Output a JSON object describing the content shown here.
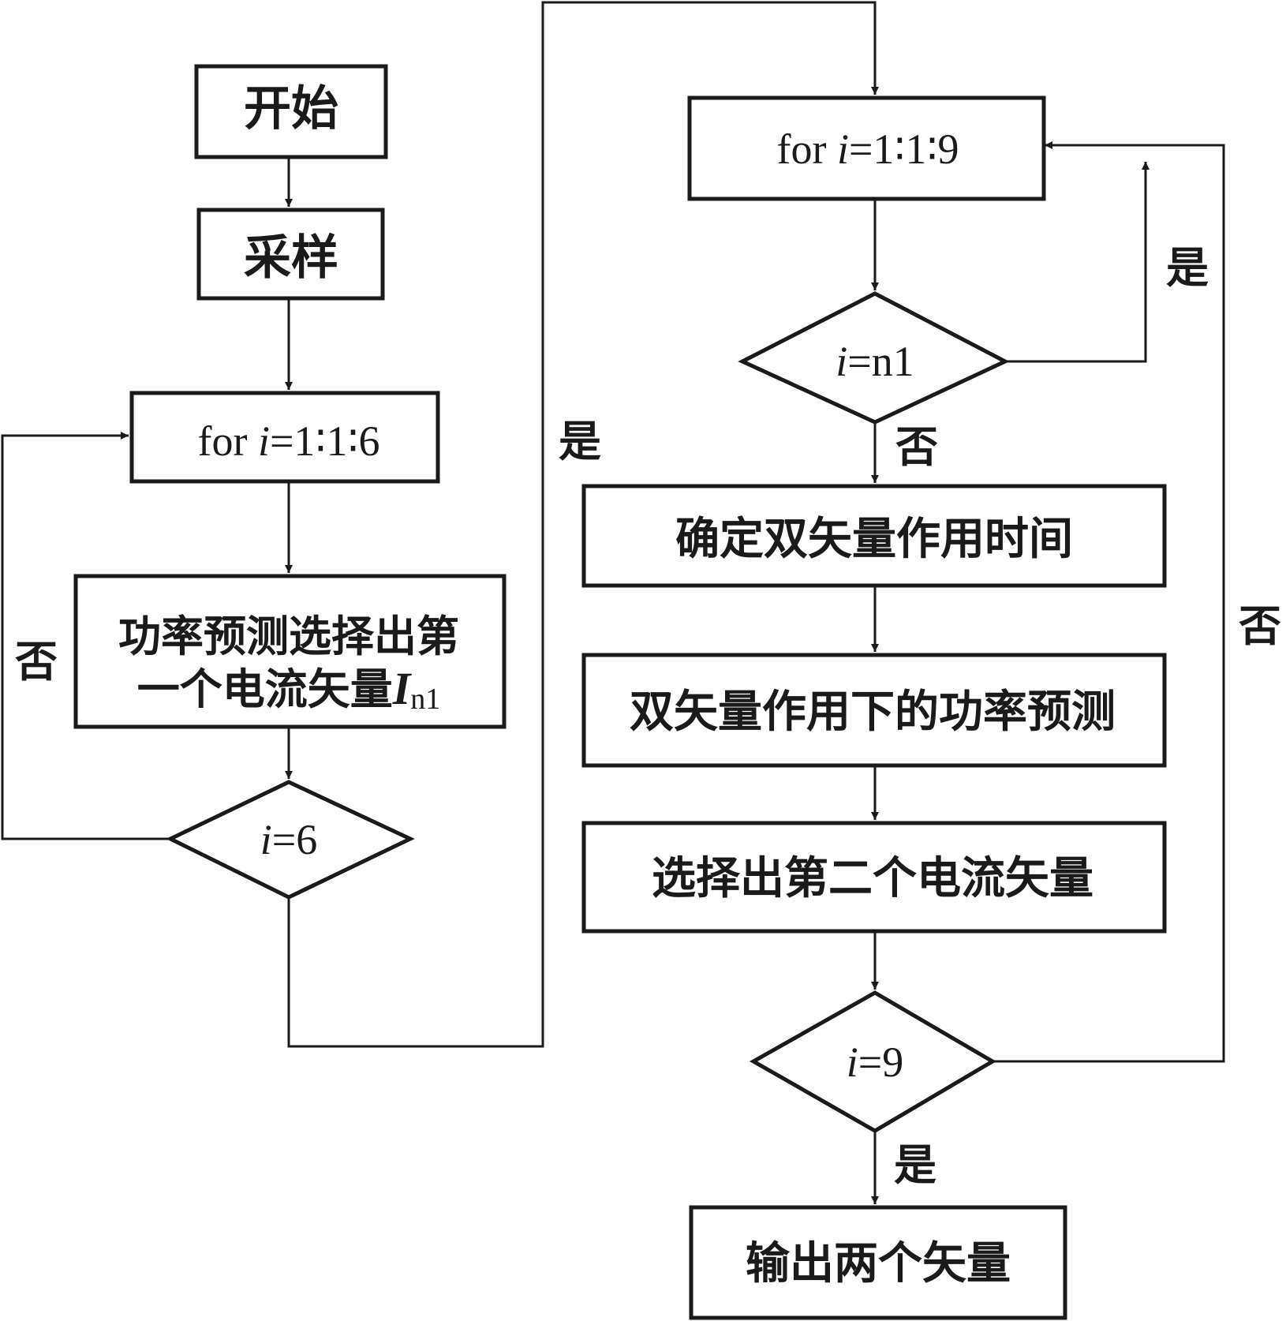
{
  "nodes": {
    "start": "开始",
    "sample": "采样",
    "loop1": {
      "prefix": "for ",
      "var": "i",
      "range": "=1∶1∶6"
    },
    "predict1": {
      "line1": "功率预测选择出第",
      "line2": "一个电流矢量",
      "symbol": "I",
      "subscript": "n1"
    },
    "cond1": {
      "var": "i",
      "rest": "=6"
    },
    "loop2": {
      "prefix": "for ",
      "var": "i",
      "range": "=1∶1∶9"
    },
    "cond2": {
      "var": "i",
      "rest": "=n1"
    },
    "time": "确定双矢量作用时间",
    "predict2": "双矢量作用下的功率预测",
    "select2": "选择出第二个电流矢量",
    "cond3": {
      "var": "i",
      "rest": "=9"
    },
    "output": "输出两个矢量"
  },
  "labels": {
    "no_left": "否",
    "yes_middle": "是",
    "yes_top_right": "是",
    "no_cond2": "否",
    "no_right": "否",
    "yes_bottom": "是"
  }
}
